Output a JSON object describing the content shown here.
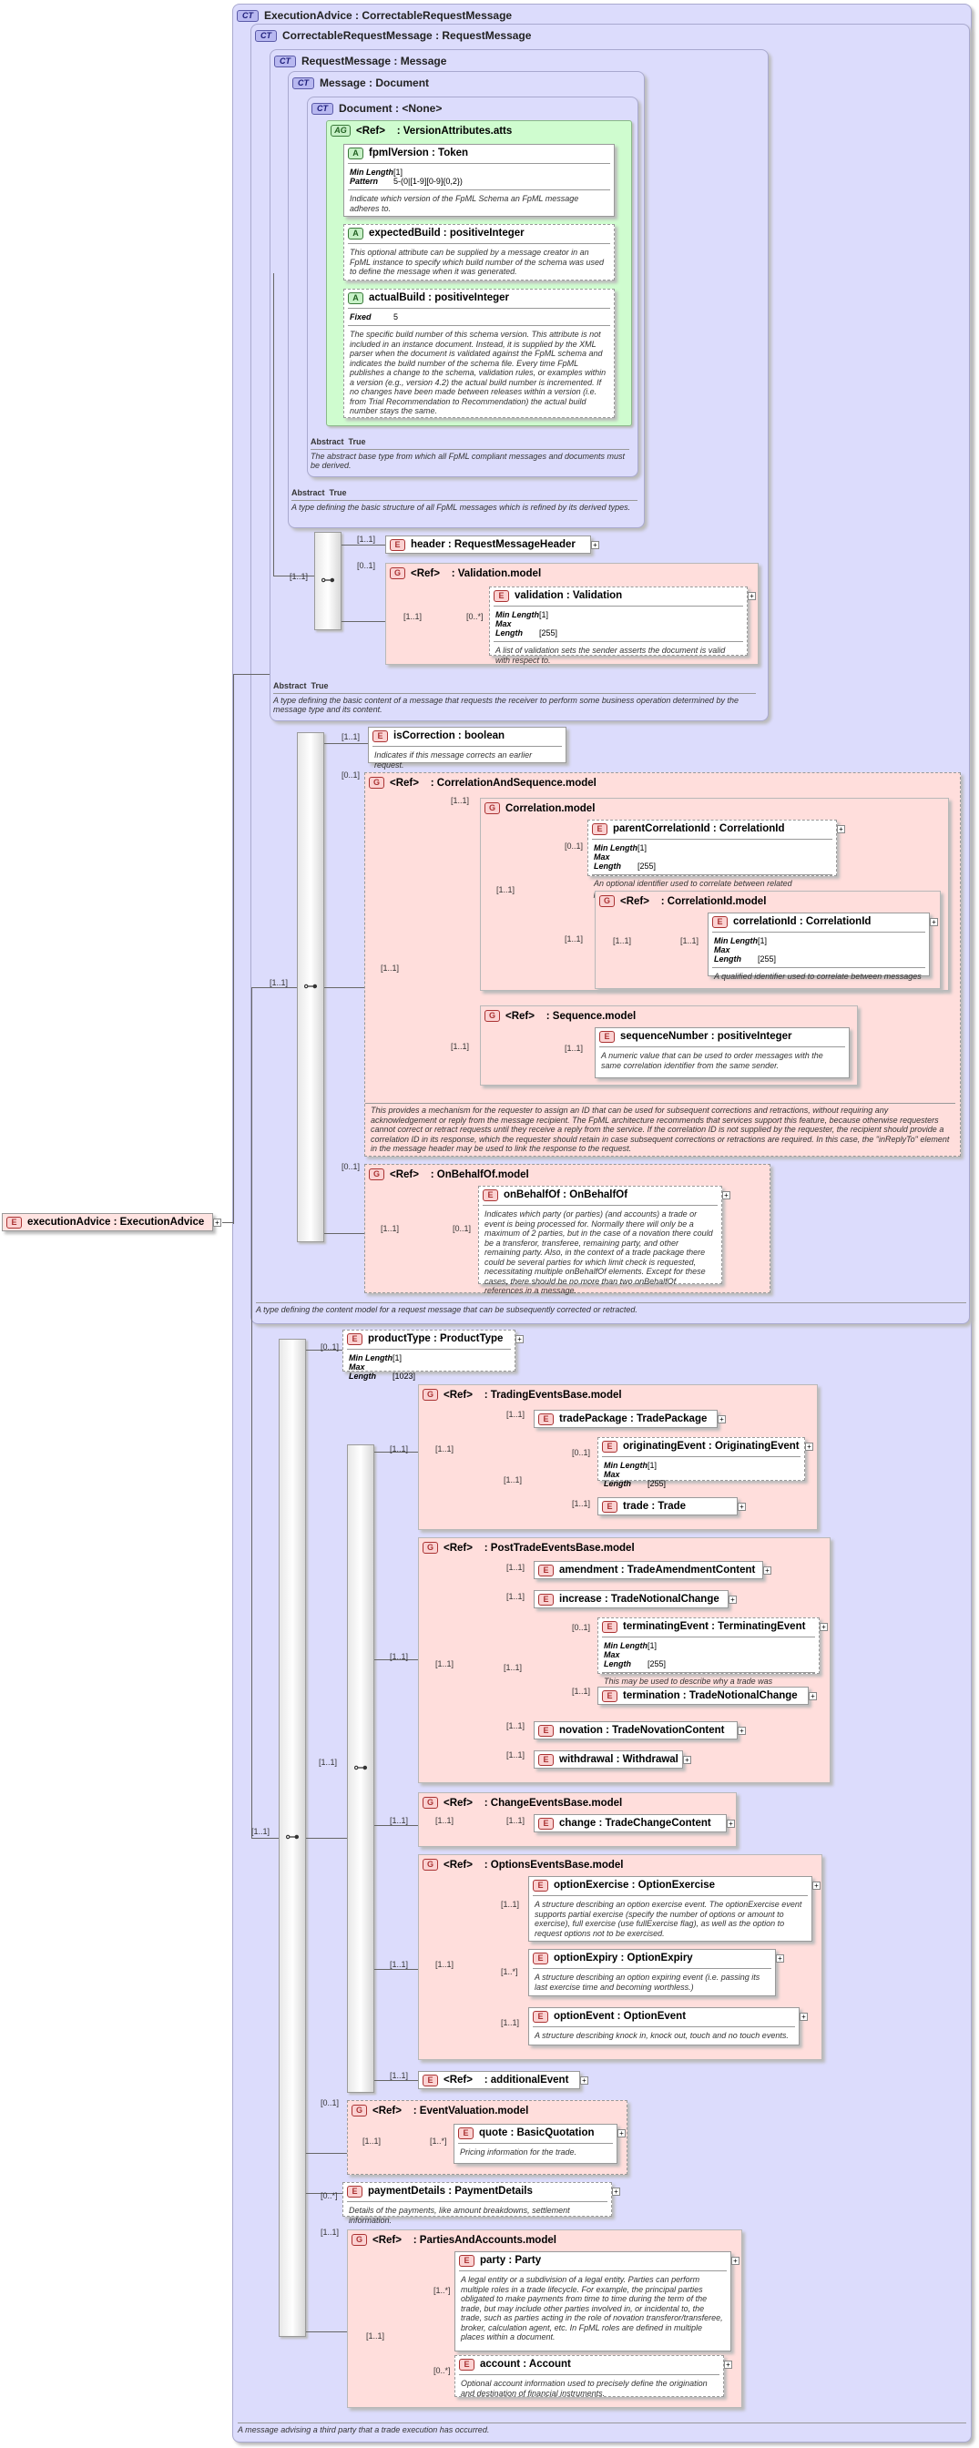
{
  "root": {
    "tag": "E",
    "label": "executionAdvice : ExecutionAdvice"
  },
  "ct_exec": {
    "tag": "CT",
    "label": "ExecutionAdvice : CorrectableRequestMessage",
    "doc": "A message advising a third party that a trade execution has occurred."
  },
  "ct_corr": {
    "tag": "CT",
    "label": "CorrectableRequestMessage : RequestMessage",
    "doc": "A type defining the content model for a request message that can be subsequently corrected or retracted."
  },
  "ct_req": {
    "tag": "CT",
    "label": "RequestMessage : Message",
    "abstract_label": "Abstract",
    "abstract_value": "True",
    "doc": "A type defining the basic content of a message that requests the receiver to perform some business operation determined by the message type and its content."
  },
  "ct_msg": {
    "tag": "CT",
    "label": "Message : Document",
    "abstract_label": "Abstract",
    "abstract_value": "True",
    "doc": "A type defining the basic structure of all FpML messages which is refined by its derived types."
  },
  "ct_doc": {
    "tag": "CT",
    "label": "Document : <None>",
    "abstract_label": "Abstract",
    "abstract_value": "True",
    "doc": "The abstract base type from which all FpML compliant messages and documents must be derived."
  },
  "ag_ver": {
    "tag": "AG",
    "ref": "<Ref>",
    "label": ": VersionAttributes.atts"
  },
  "attr_fpml": {
    "tag": "A",
    "label": "fpmlVersion : Token",
    "p1k": "Min Length",
    "p1v": "[1]",
    "p2k": "Pattern",
    "p2v": "5-(0|[1-9][0-9]{0,2})",
    "doc": "Indicate which version of the FpML Schema an FpML message adheres to."
  },
  "attr_exp": {
    "tag": "A",
    "label": "expectedBuild : positiveInteger",
    "doc": "This optional attribute can be supplied by a message creator in an FpML instance to specify which build number of the schema was used to define the message when it was generated."
  },
  "attr_act": {
    "tag": "A",
    "label": "actualBuild : positiveInteger",
    "p1k": "Fixed",
    "p1v": "5",
    "doc": "The specific build number of this schema version. This attribute is not included in an instance document. Instead, it is supplied by the XML parser when the document is validated against the FpML schema and indicates the build number of the schema file. Every time FpML publishes a change to the schema, validation rules, or examples within a version (e.g., version 4.2) the actual build number is incremented. If no changes have been made between releases within a version (i.e. from Trial Recommendation to Recommendation) the actual build number stays the same."
  },
  "el_header": {
    "tag": "E",
    "label": "header   : RequestMessageHeader",
    "occ": "[1..1]"
  },
  "g_validation": {
    "tag": "G",
    "ref": "<Ref>",
    "label": ": Validation.model",
    "occ": "[0..1]"
  },
  "el_validation": {
    "tag": "E",
    "label": "validation : Validation",
    "occ": "[0..*]",
    "p1k": "Min Length",
    "p1v": "[1]",
    "p2k": "Max Length",
    "p2v": "[255]",
    "doc": "A list of validation sets the sender asserts the document is valid with respect to."
  },
  "el_iscorr": {
    "tag": "E",
    "label": "isCorrection : boolean",
    "occ": "[1..1]",
    "doc": "Indicates if this message corrects an earlier request."
  },
  "g_corrseq": {
    "tag": "G",
    "ref": "<Ref>",
    "label": ": CorrelationAndSequence.model",
    "occ": "[0..1]",
    "doc": "This provides a mechanism for the requester to assign an ID that can be used for subsequent corrections and retractions, without requiring any acknowledgement or reply from the message recipient. The FpML architecture recommends that services support this feature, because otherwise requesters cannot correct or retract requests until they receive a reply from the service. If the correlation ID is not supplied by the requester, the recipient should provide a correlation ID in its response, which the requester should retain in case subsequent corrections or retractions are required. In this case, the \"inReplyTo\" element in the message header may be used to link the response to the request."
  },
  "g_corr": {
    "tag": "G",
    "label": "Correlation.model",
    "occ": "[1..1]"
  },
  "el_parentcorr": {
    "tag": "E",
    "label": "parentCorrelationId : CorrelationId",
    "occ": "[0..1]",
    "p1k": "Min Length",
    "p1v": "[1]",
    "p2k": "Max Length",
    "p2v": "[255]",
    "doc": "An optional identifier used to correlate between related processes"
  },
  "g_corrid": {
    "tag": "G",
    "ref": "<Ref>",
    "label": ": CorrelationId.model",
    "occ": "[1..1]"
  },
  "el_corrid": {
    "tag": "E",
    "label": "correlationId : CorrelationId",
    "occ": "[1..1]",
    "p1k": "Min Length",
    "p1v": "[1]",
    "p2k": "Max Length",
    "p2v": "[255]",
    "doc": "A qualified identifier used to correlate between messages"
  },
  "g_seq": {
    "tag": "G",
    "ref": "<Ref>",
    "label": ": Sequence.model",
    "occ": "[1..1]"
  },
  "el_seqnum": {
    "tag": "E",
    "label": "sequenceNumber : positiveInteger",
    "occ": "[1..1]",
    "doc": "A numeric value that can be used to order messages with the same correlation identifier from the same sender."
  },
  "g_obo": {
    "tag": "G",
    "ref": "<Ref>",
    "label": ": OnBehalfOf.model",
    "occ": "[0..1]"
  },
  "el_obo": {
    "tag": "E",
    "label": "onBehalfOf : OnBehalfOf",
    "occ": "[0..1]",
    "doc": "Indicates which party (or parties) (and accounts) a trade or event is being processed for. Normally there will only be a maximum of 2 parties, but in the case of a novation there could be a transferor, transferee, remaining party, and other remaining party. Also, in the context of a trade package there could be several parties for which limit check is requested, necessitating multiple onBehalfOf elements. Except for these cases, there should be no more than two onBehalfOf references in a message."
  },
  "el_prodtype": {
    "tag": "E",
    "label": "productType : ProductType",
    "occ": "[0..1]",
    "p1k": "Min Length",
    "p1v": "[1]",
    "p2k": "Max Length",
    "p2v": "[1023]"
  },
  "g_trading": {
    "tag": "G",
    "ref": "<Ref>",
    "label": ": TradingEventsBase.model",
    "occ": "[1..1]"
  },
  "el_tradepkg": {
    "tag": "E",
    "label": "tradePackage : TradePackage",
    "occ": "[1..1]"
  },
  "el_origevt": {
    "tag": "E",
    "label": "originatingEvent : OriginatingEvent",
    "occ": "[0..1]",
    "p1k": "Min Length",
    "p1v": "[1]",
    "p2k": "Max Length",
    "p2v": "[255]"
  },
  "el_trade": {
    "tag": "E",
    "label": "trade     : Trade",
    "occ": "[1..1]"
  },
  "g_post": {
    "tag": "G",
    "ref": "<Ref>",
    "label": ": PostTradeEventsBase.model",
    "occ": "[1..1]"
  },
  "el_amend": {
    "tag": "E",
    "label": "amendment : TradeAmendmentContent",
    "occ": "[1..1]"
  },
  "el_incr": {
    "tag": "E",
    "label": "increase : TradeNotionalChange",
    "occ": "[1..1]"
  },
  "el_termevt": {
    "tag": "E",
    "label": "terminatingEvent : TerminatingEvent",
    "occ": "[0..1]",
    "p1k": "Min Length",
    "p1v": "[1]",
    "p2k": "Max Length",
    "p2v": "[255]",
    "doc": "This may be used to describe why a trade was terminated."
  },
  "el_term": {
    "tag": "E",
    "label": "termination : TradeNotionalChange",
    "occ": "[1..1]"
  },
  "el_nov": {
    "tag": "E",
    "label": "novation : TradeNovationContent",
    "occ": "[1..1]"
  },
  "el_wd": {
    "tag": "E",
    "label": "withdrawal : Withdrawal",
    "occ": "[1..1]"
  },
  "g_change": {
    "tag": "G",
    "ref": "<Ref>",
    "label": ": ChangeEventsBase.model",
    "occ": "[1..1]"
  },
  "el_change": {
    "tag": "E",
    "label": "change   : TradeChangeContent",
    "occ": "[1..1]"
  },
  "g_opt": {
    "tag": "G",
    "ref": "<Ref>",
    "label": ": OptionsEventsBase.model",
    "occ": "[1..1]"
  },
  "el_optex": {
    "tag": "E",
    "label": "optionExercise : OptionExercise",
    "occ": "[1..1]",
    "doc": "A structure describing an option exercise event. The optionExercise event supports partial exercise (specify the number of options or amount to exercise), full exercise (use fullExercise flag), as well as the option to request options not to be exercised."
  },
  "el_optexp": {
    "tag": "E",
    "label": "optionExpiry : OptionExpiry",
    "occ": "[1..*]",
    "doc": "A structure describing an option expiring event (i.e. passing its last exercise time and becoming worthless.)"
  },
  "el_optevt": {
    "tag": "E",
    "label": "optionEvent : OptionEvent",
    "occ": "[1..1]",
    "doc": "A structure describing knock in, knock out, touch and no touch events."
  },
  "el_addevt": {
    "tag": "E",
    "ref": "<Ref>",
    "label": ": additionalEvent",
    "occ": "[1..1]"
  },
  "g_eventval": {
    "tag": "G",
    "ref": "<Ref>",
    "label": ": EventValuation.model",
    "occ": "[0..1]"
  },
  "el_quote": {
    "tag": "E",
    "label": "quote     : BasicQuotation",
    "occ": "[1..*]",
    "doc": "Pricing information for the trade."
  },
  "el_paydet": {
    "tag": "E",
    "label": "paymentDetails : PaymentDetails",
    "occ": "[0..*]",
    "doc": "Details of the payments, like amount breakdowns, settlement information."
  },
  "g_parties": {
    "tag": "G",
    "ref": "<Ref>",
    "label": ": PartiesAndAccounts.model",
    "occ": "[1..1]"
  },
  "el_party": {
    "tag": "E",
    "label": "party     : Party",
    "occ": "[1..*]",
    "doc": "A legal entity or a subdivision of a legal entity. Parties can perform multiple roles in a trade lifecycle. For example, the principal parties obligated to make payments from time to time during the term of the trade, but may include other parties involved in, or incidental to, the trade, such as parties acting in the role of novation transferor/transferee, broker, calculation agent, etc. In FpML roles are defined in multiple places within a document."
  },
  "el_account": {
    "tag": "E",
    "label": "account  : Account",
    "occ": "[0..*]",
    "doc": "Optional account information used to precisely define the origination and destination of financial instruments."
  },
  "occ_common": {
    "one": "[1..1]",
    "zero_one": "[0..1]",
    "many": "[1..*]",
    "zero_many": "[0..*]"
  },
  "icons": {
    "plus": "+",
    "seq": "⊶"
  }
}
